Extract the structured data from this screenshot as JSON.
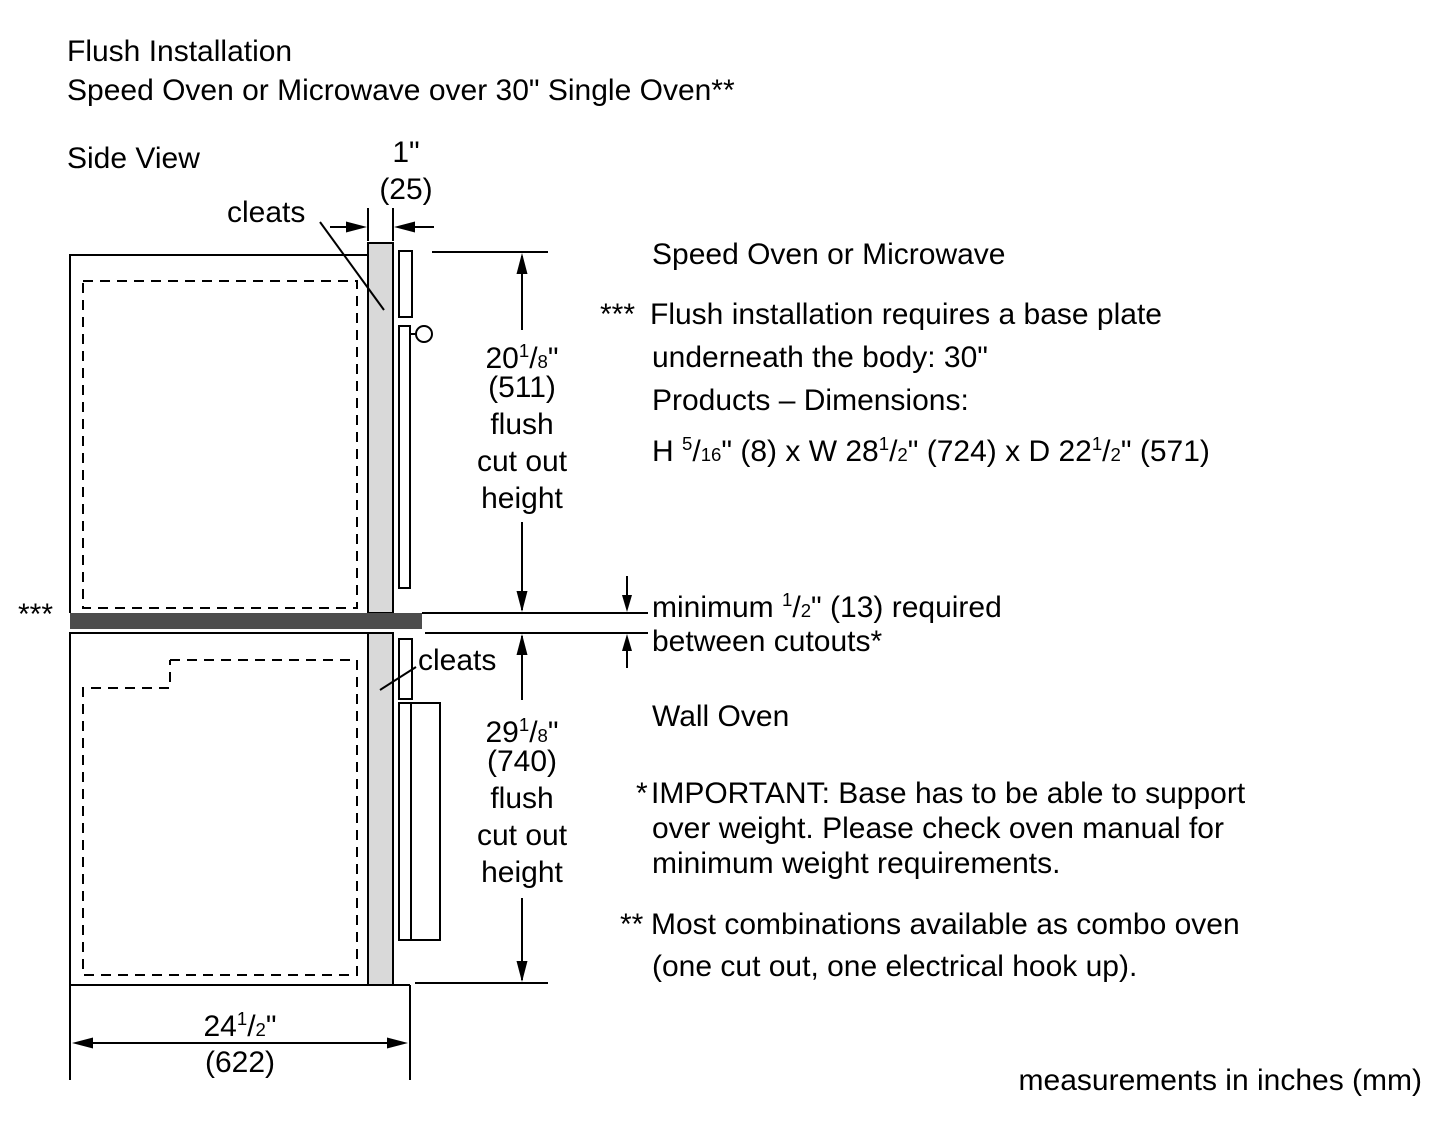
{
  "title": {
    "line1": "Flush Installation",
    "line2": "Speed Oven or Microwave over 30\" Single Oven**"
  },
  "colors": {
    "cleat_fill": "#d9d9d9",
    "base_plate_fill": "#4d4d4d"
  },
  "diagram": {
    "side_view": "Side View",
    "cleats_top": "cleats",
    "cleats_bottom": "cleats",
    "stars": "***",
    "dim_cleat": {
      "inches": "1\"",
      "mm": "(25)"
    },
    "dim_upper": {
      "whole": "20",
      "frac": {
        "n": "1",
        "d": "8"
      },
      "unit": "\"",
      "mm": "(511)",
      "desc1": "flush",
      "desc2": "cut out",
      "desc3": "height"
    },
    "dim_lower": {
      "whole": "29",
      "frac": {
        "n": "1",
        "d": "8"
      },
      "unit": "\"",
      "mm": "(740)",
      "desc1": "flush",
      "desc2": "cut out",
      "desc3": "height"
    },
    "dim_width": {
      "whole": "24",
      "frac": {
        "n": "1",
        "d": "2"
      },
      "unit": "\"",
      "mm": "(622)"
    }
  },
  "notes": {
    "speed_oven_heading": "Speed Oven or Microwave",
    "flush_note": {
      "marker": "***",
      "line1": "Flush installation requires a base plate",
      "line2": "underneath the body: 30\"",
      "line3": "Products – Dimensions:",
      "dims": {
        "p1": "H ",
        "f1": {
          "n": "5",
          "d": "16"
        },
        "p2": "\" (8) x W 28",
        "f2": {
          "n": "1",
          "d": "2"
        },
        "p3": "\" (724) x D 22",
        "f3": {
          "n": "1",
          "d": "2"
        },
        "p4": "\" (571)"
      }
    },
    "gap_note": {
      "p1": "minimum ",
      "f1": {
        "n": "1",
        "d": "2"
      },
      "p2": "\" (13) required",
      "line2": "between cutouts*"
    },
    "wall_oven_heading": "Wall Oven",
    "important_note": {
      "marker": "*",
      "line1": "IMPORTANT: Base has to be able to support",
      "line2": "over weight. Please check oven manual for",
      "line3": "minimum weight requirements."
    },
    "combo_note": {
      "marker": "**",
      "line1": "Most combinations available as combo oven",
      "line2": "(one cut out, one electrical hook up)."
    },
    "footer": "measurements in inches (mm)"
  }
}
